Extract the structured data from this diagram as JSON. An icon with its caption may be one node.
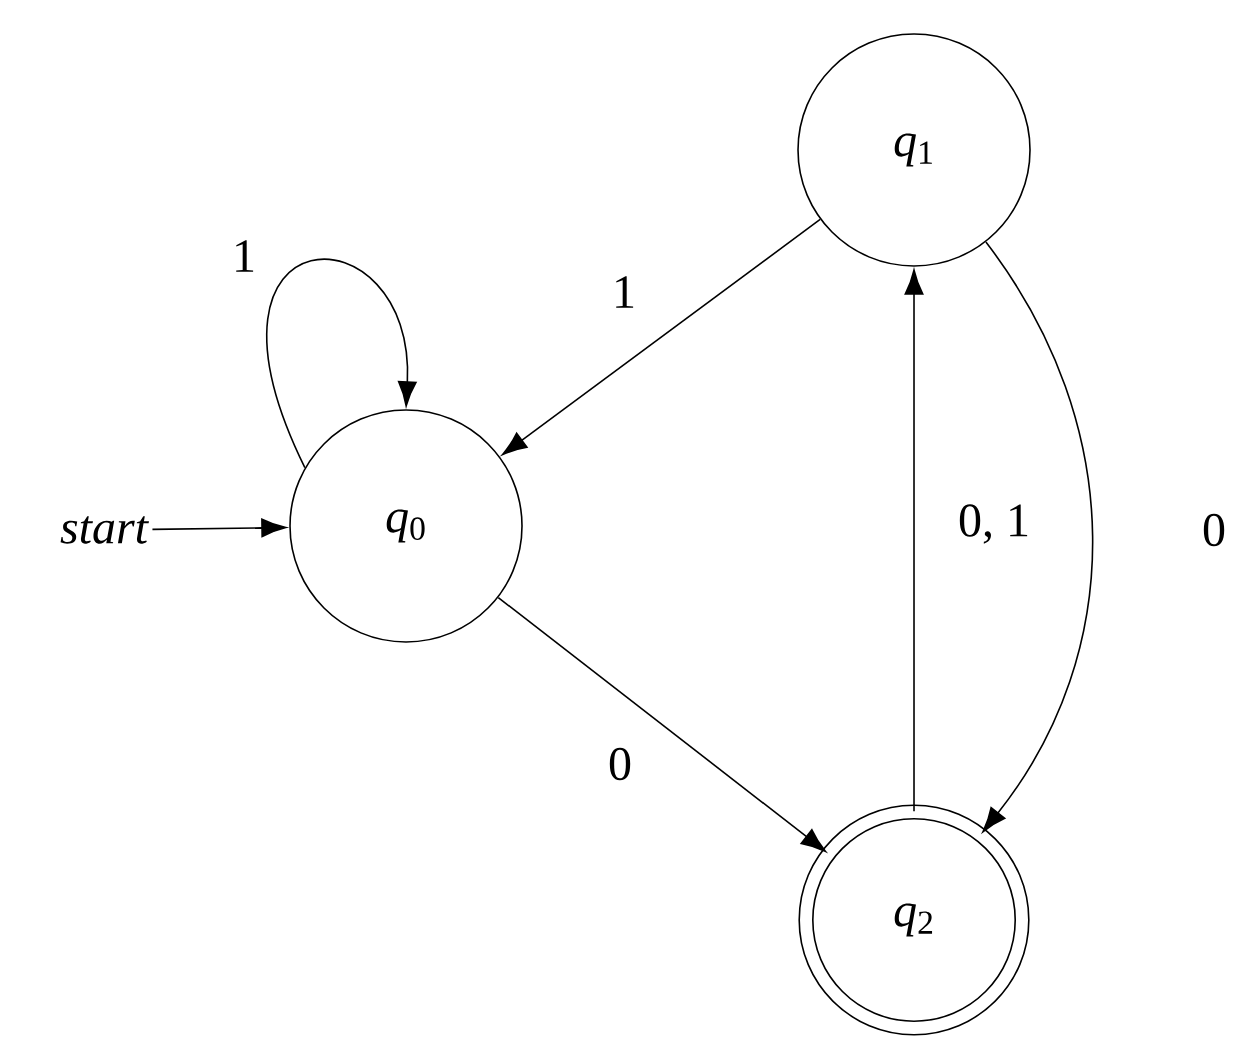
{
  "diagram": {
    "nodes": [
      {
        "text": [
          "*q*$_{0}$"
        ]
      },
      {
        "text": [
          "*q*$_{1}$"
        ]
      },
      {
        "text": [
          "*q*$_{2}$"
        ]
      },
      {
        "text": [
          "start"
        ]
      }
    ],
    "edges": [
      {
        "from": 3,
        "to": 0,
        "arrow": "to"
      },
      {
        "from": 0,
        "to": 0,
        "arrow": "to",
        "label": "1"
      },
      {
        "from": 1,
        "to": 0,
        "arrow": "to",
        "label": "1"
      },
      {
        "from": 0,
        "to": 2,
        "arrow": "to",
        "label": "0"
      },
      {
        "from": 2,
        "to": 1,
        "arrow": "to",
        "label": "0, 1"
      },
      {
        "from": 1,
        "to": 2,
        "arrow": "to",
        "label": "0"
      }
    ]
  }
}
